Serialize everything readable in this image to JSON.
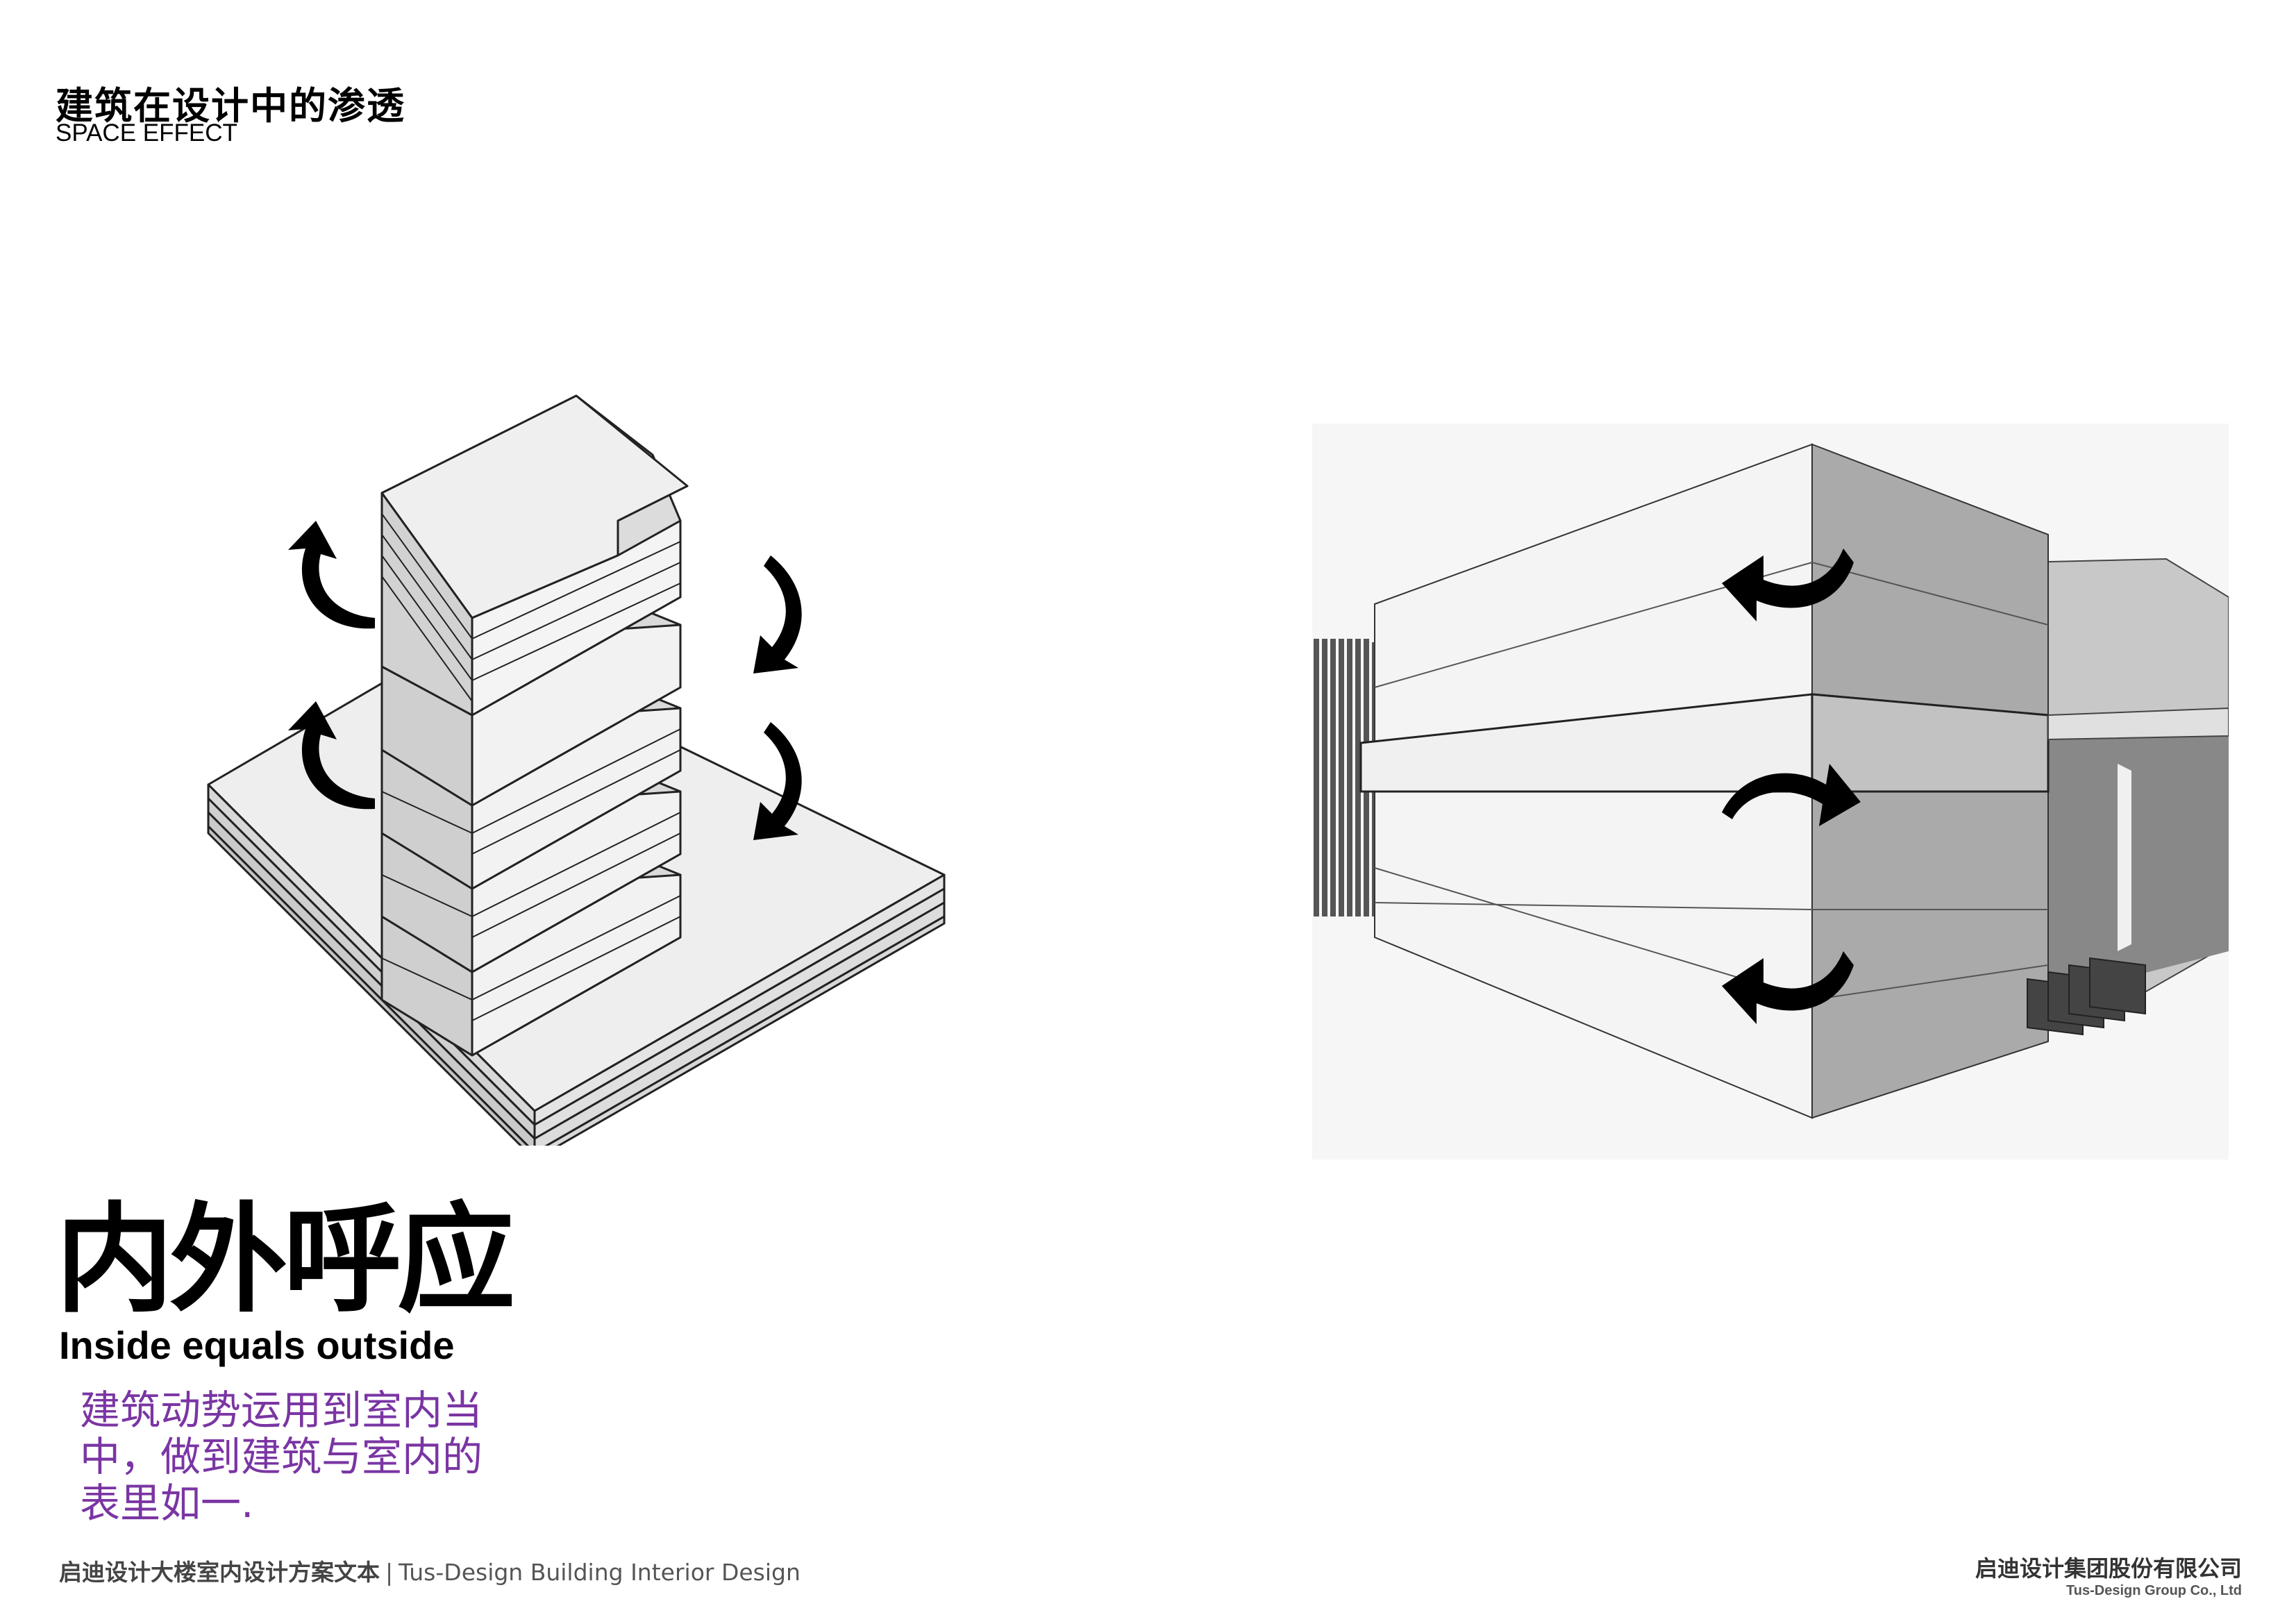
{
  "header": {
    "title": "建筑在设计中的渗透",
    "subtitle": "SPACE EFFECT"
  },
  "main": {
    "title": "内外呼应",
    "subtitle": "Inside equals outside",
    "description": "建筑动势运用到室内当中，做到建筑与室内的表里如一."
  },
  "footer": {
    "left_cn": "启迪设计大楼室内设计方案文本",
    "separator": "|",
    "left_en": "Tus-Design Building Interior Design",
    "right_cn": "启迪设计集团股份有限公司",
    "right_en": "Tus-Design Group Co., Ltd"
  },
  "figures": {
    "left_icon": "isometric-twisting-tower-icon",
    "right_icon": "perspective-building-facade-icon",
    "arrow_icon": "curved-rotation-arrow-icon"
  },
  "colors": {
    "description": "#7a35a3"
  }
}
